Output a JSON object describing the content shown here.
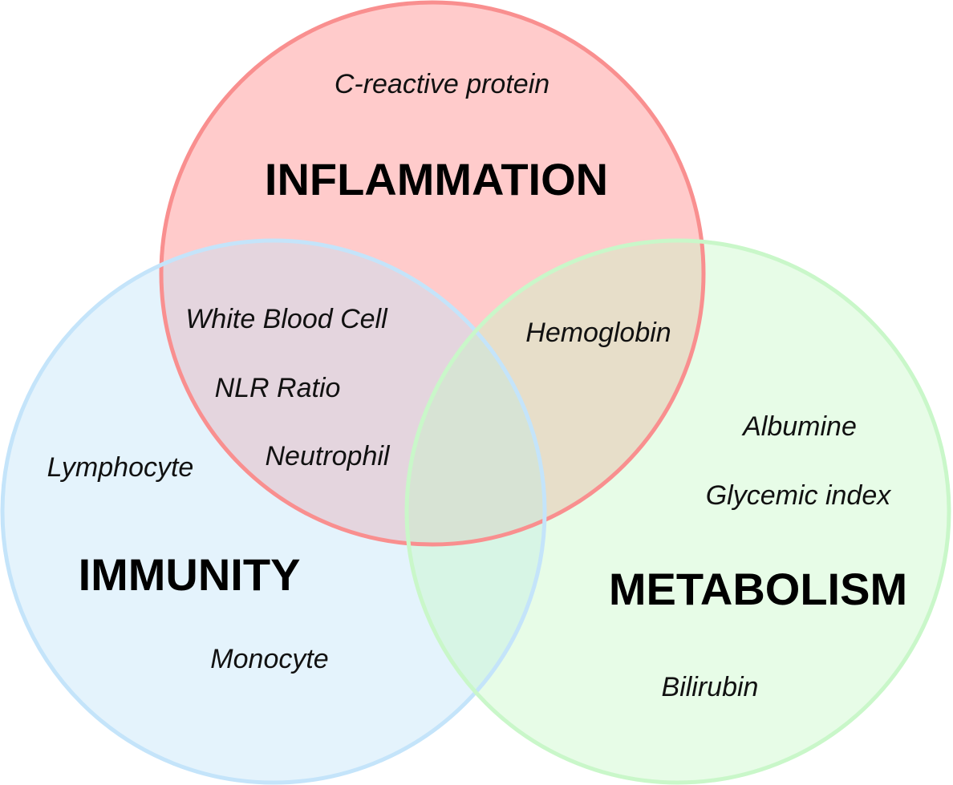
{
  "sets": {
    "inflammation": {
      "title": "INFLAMMATION",
      "fill": "#ff8c8c",
      "stroke": "#f98f8f"
    },
    "immunity": {
      "title": "IMMUNITY",
      "fill": "#bfe3f8",
      "stroke": "#c4e4fa"
    },
    "metabolism": {
      "title": "METABOLISM",
      "fill": "#c6f7c6",
      "stroke": "#c9f7c9"
    }
  },
  "regions": {
    "inflammation_only": [
      "C-reactive protein"
    ],
    "inflammation_immunity": [
      "White Blood Cell",
      "NLR Ratio",
      "Neutrophil"
    ],
    "inflammation_metabolism": [
      "Hemoglobin"
    ],
    "immunity_only": [
      "Lymphocyte",
      "Monocyte"
    ],
    "metabolism_only": [
      "Albumine",
      "Glycemic index",
      "Bilirubin"
    ]
  }
}
